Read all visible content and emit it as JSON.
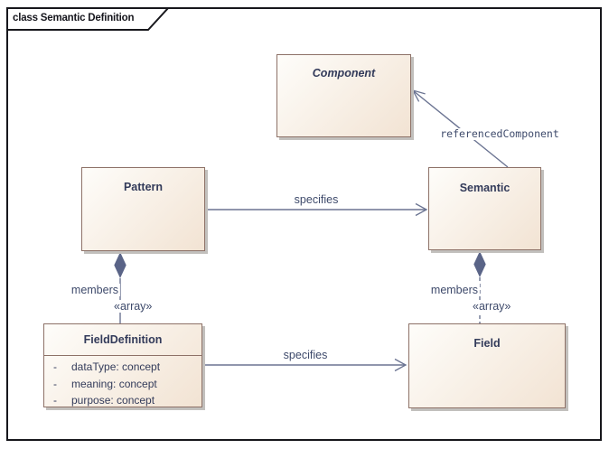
{
  "frame": {
    "title": "class Semantic Definition"
  },
  "colors": {
    "frame_border": "#17171c",
    "box_fill_light": "#fefdfa",
    "box_fill_dark": "#f2e3d3",
    "box_border": "#8d7167",
    "box_shadow": "#c2c0bd",
    "title_text": "#333b5a",
    "label_text": "#3e4a6b",
    "line": "#6b7492",
    "diamond": "#5a6487"
  },
  "classes": {
    "component": {
      "name": "Component"
    },
    "pattern": {
      "name": "Pattern"
    },
    "semantic": {
      "name": "Semantic"
    },
    "field_definition": {
      "name": "FieldDefinition",
      "attributes": [
        {
          "visibility": "-",
          "text": "dataType: concept"
        },
        {
          "visibility": "-",
          "text": "meaning: concept"
        },
        {
          "visibility": "-",
          "text": "purpose: concept"
        }
      ]
    },
    "field": {
      "name": "Field"
    }
  },
  "connectors": {
    "pattern_specifies_semantic": {
      "label": "specifies",
      "type": "directed-association"
    },
    "semantic_referenced_component": {
      "label": "referencedComponent",
      "type": "directed-association"
    },
    "pattern_members_field_definition": {
      "role": "members",
      "stereotype": "«array»",
      "type": "composition-solid"
    },
    "semantic_members_field": {
      "role": "members",
      "stereotype": "«array»",
      "type": "composition-dashed"
    },
    "field_definition_specifies_field": {
      "label": "specifies",
      "type": "directed-association"
    }
  }
}
